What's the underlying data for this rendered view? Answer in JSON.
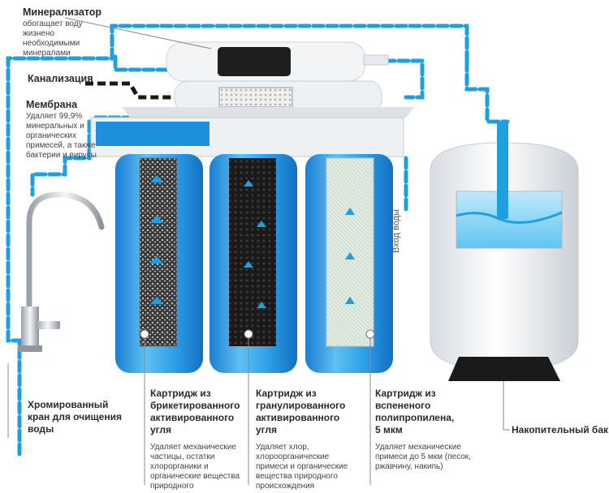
{
  "labels": {
    "mineralizer": {
      "title": "Минерализатор",
      "desc": "обогащает воду\nжизнено\nнеобходимыми\nминералами"
    },
    "sewer": {
      "title": "Канализация"
    },
    "membrane": {
      "title": "Мембрана",
      "desc": "Удаляет 99,9%\nминеральных и\nорганических\nпримесей, а также\nбактерии и вирусы"
    },
    "water_inlet": "Вход воды",
    "faucet": {
      "title": "Хромированный\nкран для очищения\nводы"
    },
    "cartridge_carbon_block": {
      "title": "Картридж из\nбрикетированного\nактивированного\nугля",
      "desc": "Удаляет механические\nчастицы, остатки\nхлорорганики и\nорганические вещества\nприродного"
    },
    "cartridge_granular": {
      "title": "Картридж из\nгранулированного\nактивированного\nугля",
      "desc": "Удаляет хлор,\nхлороорганические\nпримеси и органические\nвещества природного\nпроисхождения"
    },
    "cartridge_polypropylene": {
      "title": "Картридж из\nвспененого\nполипропилена,\n5 мкм",
      "desc": "Удаляет механические\nпримеси до 5 мкм (песок,\nржавчину, накипь)"
    },
    "tank": {
      "title": "Накопительный бак"
    }
  },
  "colors": {
    "pipe_blue": "#1f9fe0",
    "housing_blue": "#1e8fdc",
    "housing_light": "#55b7f0",
    "carbon_black": "#1e1e1e",
    "pointer_line": "#8a8a8a"
  }
}
